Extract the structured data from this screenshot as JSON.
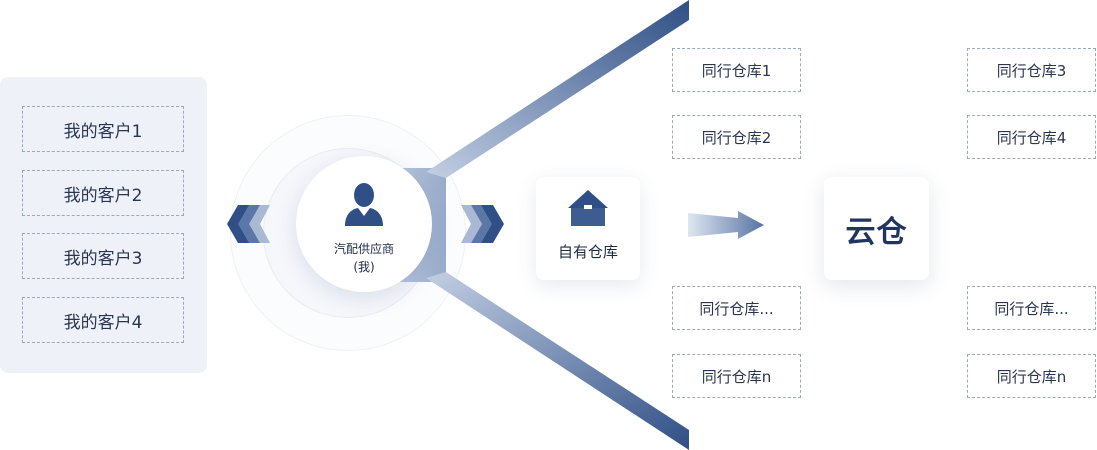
{
  "customers": [
    {
      "label": "我的客户1"
    },
    {
      "label": "我的客户2"
    },
    {
      "label": "我的客户3"
    },
    {
      "label": "我的客户4"
    }
  ],
  "supplier": {
    "line1": "汽配供应商",
    "line2": "(我)",
    "icon": "user-icon"
  },
  "own_warehouse": {
    "label": "自有仓库",
    "icon": "warehouse-icon"
  },
  "cloud_warehouse": {
    "label": "云仓"
  },
  "peers_left": [
    {
      "label": "同行仓库1"
    },
    {
      "label": "同行仓库2"
    },
    {
      "label": "同行仓库..."
    },
    {
      "label": "同行仓库n"
    }
  ],
  "peers_right": [
    {
      "label": "同行仓库3"
    },
    {
      "label": "同行仓库4"
    },
    {
      "label": "同行仓库..."
    },
    {
      "label": "同行仓库n"
    }
  ],
  "colors": {
    "primary": "#2f4f86",
    "accent_light": "#a9b8d3",
    "panel_bg": "#eef1f7",
    "dashed_border": "#9ba8bf"
  }
}
